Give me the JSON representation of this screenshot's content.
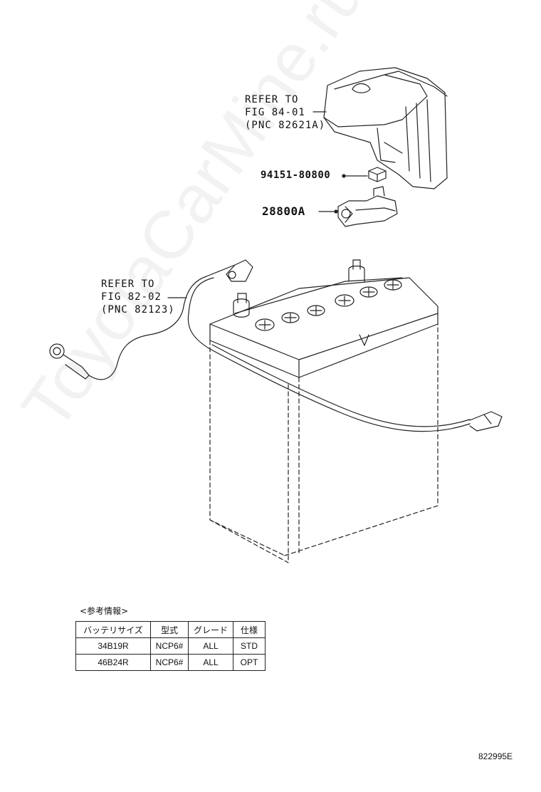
{
  "callouts": {
    "cover_ref": [
      "REFER TO",
      "FIG 84-01",
      "(PNC 82621A)"
    ],
    "cable_ref": [
      "REFER TO",
      "FIG 82-02",
      "(PNC 82123)"
    ]
  },
  "parts": {
    "nut": "94151-80800",
    "terminal": "28800A"
  },
  "reference_info": {
    "heading": "<参考情報>",
    "columns": [
      "バッテリサイズ",
      "型式",
      "グレード",
      "仕様"
    ],
    "rows": [
      [
        "34B19R",
        "NCP6#",
        "ALL",
        "STD"
      ],
      [
        "46B24R",
        "NCP6#",
        "ALL",
        "OPT"
      ]
    ]
  },
  "illustration_number": "822995E",
  "watermark": "ToyotaCarMine.ru"
}
